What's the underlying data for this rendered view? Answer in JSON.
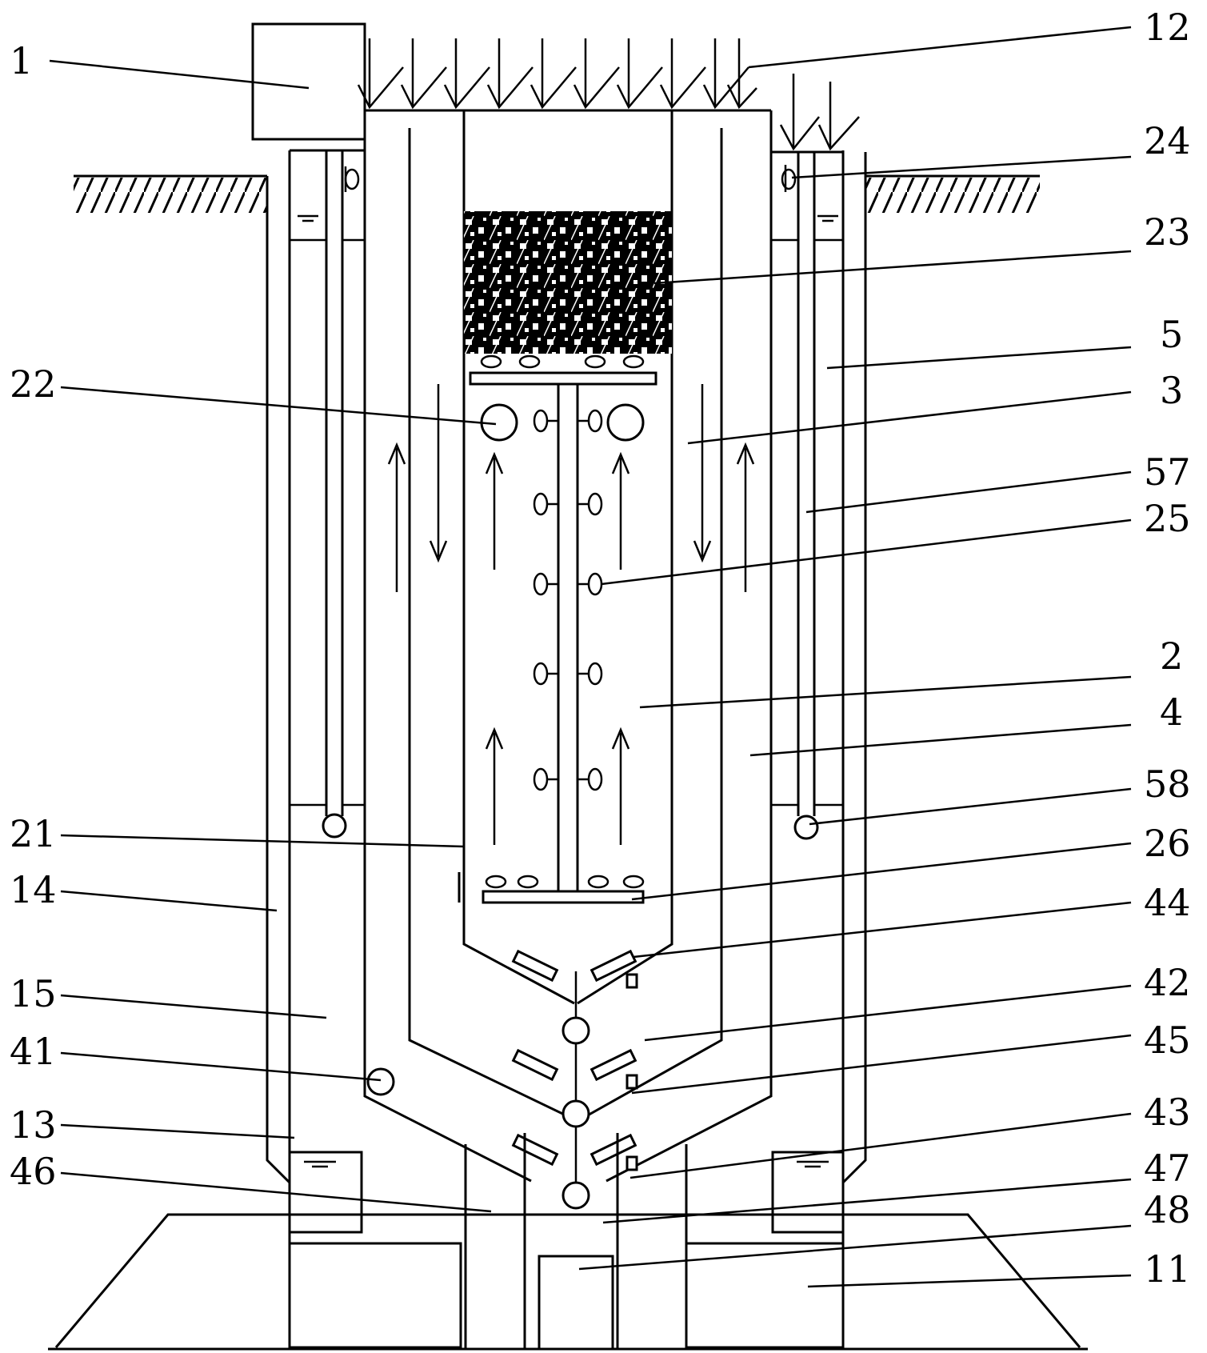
{
  "labels": {
    "l1": "1",
    "l12": "12",
    "l24": "24",
    "l23": "23",
    "l5": "5",
    "l22": "22",
    "l3": "3",
    "l57": "57",
    "l25": "25",
    "l2": "2",
    "l4": "4",
    "l58": "58",
    "l21": "21",
    "l26": "26",
    "l14": "14",
    "l44": "44",
    "l15": "15",
    "l42": "42",
    "l41": "41",
    "l45": "45",
    "l13": "13",
    "l43": "43",
    "l46": "46",
    "l47": "47",
    "l48": "48",
    "l11": "11"
  },
  "colors": {
    "line": "#000000",
    "background": "#ffffff"
  }
}
